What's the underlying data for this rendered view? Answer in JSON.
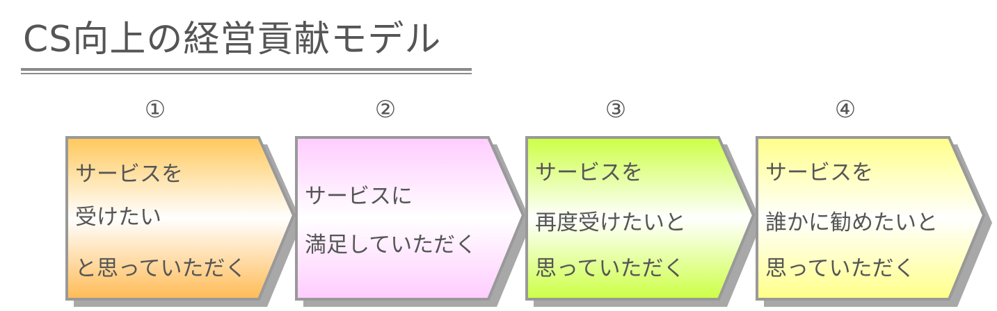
{
  "title": "CS向上の経営貢献モデル",
  "steps": [
    {
      "number": "①",
      "lines": [
        "サービスを",
        "受けたい",
        "と思っていただく"
      ],
      "gradient": [
        "#ffc85a",
        "#ffffff",
        "#ffbb55"
      ]
    },
    {
      "number": "②",
      "lines": [
        "サービスに",
        "満足していただく"
      ],
      "gradient": [
        "#ffccff",
        "#ffffff",
        "#ffccff"
      ]
    },
    {
      "number": "③",
      "lines": [
        "サービスを",
        "再度受けたいと",
        "思っていただく"
      ],
      "gradient": [
        "#ccff44",
        "#ffffff",
        "#ccff44"
      ]
    },
    {
      "number": "④",
      "lines": [
        "サービスを",
        "誰かに勧めたいと",
        "思っていただく"
      ],
      "gradient": [
        "#ffff88",
        "#ffffff",
        "#ffff88"
      ]
    }
  ]
}
